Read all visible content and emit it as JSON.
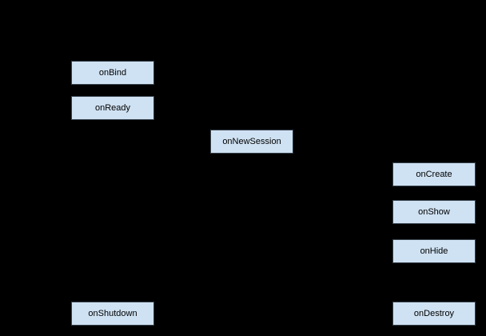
{
  "diagram": {
    "description": "Service lifecycle callback diagram on black background",
    "colors": {
      "background": "#000000",
      "node_fill": "#cfe2f3",
      "node_border": "#36404a",
      "node_text": "#000000"
    },
    "nodes": [
      {
        "id": "onBind",
        "label": "onBind"
      },
      {
        "id": "onReady",
        "label": "onReady"
      },
      {
        "id": "onNewSession",
        "label": "onNewSession"
      },
      {
        "id": "onCreate",
        "label": "onCreate"
      },
      {
        "id": "onShow",
        "label": "onShow"
      },
      {
        "id": "onHide",
        "label": "onHide"
      },
      {
        "id": "onShutdown",
        "label": "onShutdown"
      },
      {
        "id": "onDestroy",
        "label": "onDestroy"
      }
    ]
  }
}
